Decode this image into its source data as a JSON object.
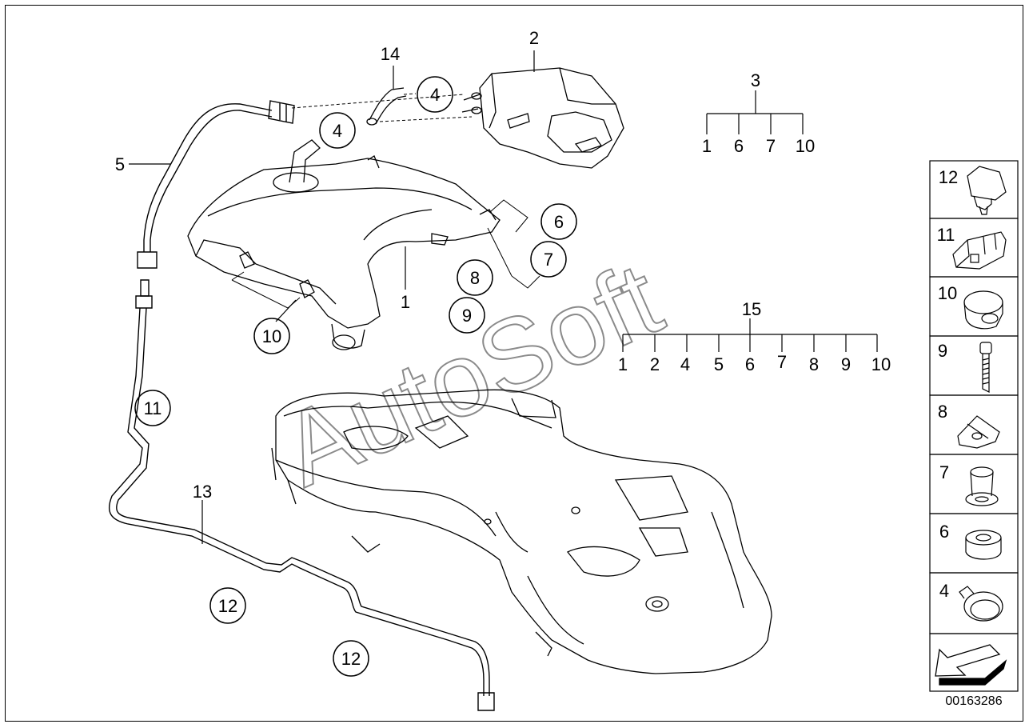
{
  "diagram": {
    "callouts": {
      "c1": "1",
      "c2": "2",
      "c3": "3",
      "c4a": "4",
      "c4b": "4",
      "c5": "5",
      "c6": "6",
      "c7": "7",
      "c8": "8",
      "c9": "9",
      "c10": "10",
      "c11": "11",
      "c12a": "12",
      "c12b": "12",
      "c13": "13",
      "c14": "14",
      "c15": "15"
    },
    "kit3": {
      "header": "3",
      "items": [
        "1",
        "6",
        "7",
        "10"
      ]
    },
    "kit15": {
      "header": "15",
      "items": [
        "1",
        "2",
        "4",
        "5",
        "6",
        "7",
        "8",
        "9",
        "10"
      ]
    },
    "parts_panel": [
      "12",
      "11",
      "10",
      "9",
      "8",
      "7",
      "6",
      "4"
    ],
    "watermark": "AutoSoft",
    "doc_number": "00163286"
  }
}
